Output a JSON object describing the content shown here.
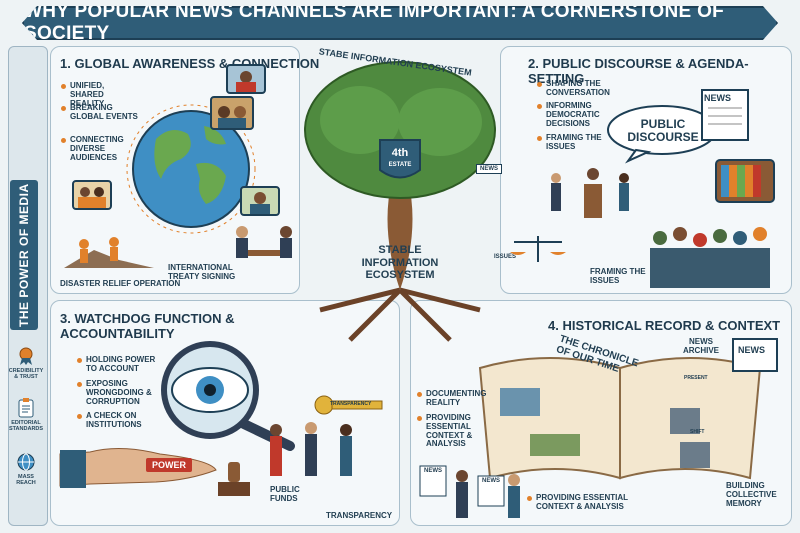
{
  "title": "WHY POPULAR NEWS CHANNELS ARE IMPORTANT: A CORNERSTONE OF SOCIETY",
  "sidebar": {
    "label": "THE POWER OF MEDIA",
    "items": [
      {
        "label": "CREDIBILITY & TRUST",
        "icon": "ribbon-icon"
      },
      {
        "label": "EDITORIAL STANDARDS",
        "icon": "clipboard-icon"
      },
      {
        "label": "MASS REACH",
        "icon": "globe-icon"
      }
    ]
  },
  "center": {
    "arc_label": "STABE INFORMATION ECOSYSTEM",
    "shield_number": "4th",
    "shield_text": "ESTATE",
    "trunk_label": "STABLE INFORMATION ECOSYSTEM",
    "news_tag": "NEWS",
    "issues_tag": "ISSUES"
  },
  "section1": {
    "title": "1. GLOBAL AWARENESS & CONNECTION",
    "bullets": [
      "UNIFIED, SHARED REALITY",
      "BREAKING GLOBAL EVENTS",
      "CONNECTING DIVERSE AUDIENCES"
    ],
    "captions": {
      "relief": "DISASTER RELIEF OPERATION",
      "treaty": "INTERNATIONAL TREATY SIGNING"
    }
  },
  "section2": {
    "title": "2. PUBLIC DISCOURSE & AGENDA-SETTING",
    "bullets": [
      "SHAPING THE CONVERSATION",
      "INFORMING DEMOCRATIC DECISIONS",
      "FRAMING THE ISSUES"
    ],
    "bubble": "PUBLIC DISCOURSE",
    "news_sign": "NEWS",
    "framing_caption": "FRAMING THE ISSUES"
  },
  "section3": {
    "title": "3. WATCHDOG FUNCTION & ACCOUNTABILITY",
    "bullets": [
      "HOLDING POWER TO ACCOUNT",
      "EXPOSING WRONGDOING & CORRUPTION",
      "A CHECK ON INSTITUTIONS"
    ],
    "power_label": "POWER",
    "key_label": "TRANSPARENCY",
    "public_funds": "PUBLIC FUNDS",
    "transparency": "TRANSPARENCY"
  },
  "section4": {
    "title": "4. HISTORICAL RECORD & CONTEXT",
    "book_title": "THE CHRONICLE OF OUR TIME",
    "archive": "NEWS ARCHIVE",
    "archive_sign": "NEWS",
    "bullets": [
      "DOCUMENTING REALITY",
      "PROVIDING ESSENTIAL CONTEXT & ANALYSIS"
    ],
    "bottom_caption": "PROVIDING ESSENTIAL CONTEXT & ANALYSIS",
    "memory": "BUILDING COLLECTIVE MEMORY",
    "page_labels": [
      "PRESENT",
      "SHIFT"
    ],
    "papers": [
      "NEWS",
      "NEWS"
    ]
  },
  "colors": {
    "accent": "#e1812b",
    "navy": "#2f5d78",
    "tree": "#4f8a3f",
    "globe_sea": "#3f8fc4"
  }
}
